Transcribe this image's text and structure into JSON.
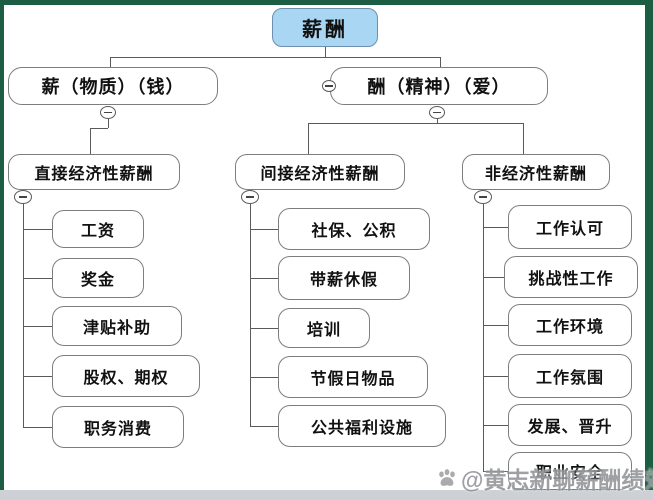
{
  "diagram": {
    "root": "薪酬",
    "level2": {
      "left": "薪（物质）（钱）",
      "right": "酬（精神）（爱）"
    },
    "branches": [
      {
        "label": "直接经济性薪酬",
        "children": [
          "工资",
          "奖金",
          "津贴补助",
          "股权、期权",
          "职务消费"
        ]
      },
      {
        "label": "间接经济性薪酬",
        "children": [
          "社保、公积",
          "带薪休假",
          "培训",
          "节假日物品",
          "公共福利设施"
        ]
      },
      {
        "label": "非经济性薪酬",
        "children": [
          "工作认可",
          "挑战性工作",
          "工作环境",
          "工作氛围",
          "发展、晋升",
          "职业安全"
        ]
      }
    ]
  },
  "watermark": "@黄志新聊薪酬绩效",
  "colors": {
    "frame_green": "#1b5e43",
    "root_fill": "#a9d6f3",
    "box_border": "#7d7d7d",
    "line": "#5a5a5a",
    "bottom_strip": "#cdd1d5"
  }
}
